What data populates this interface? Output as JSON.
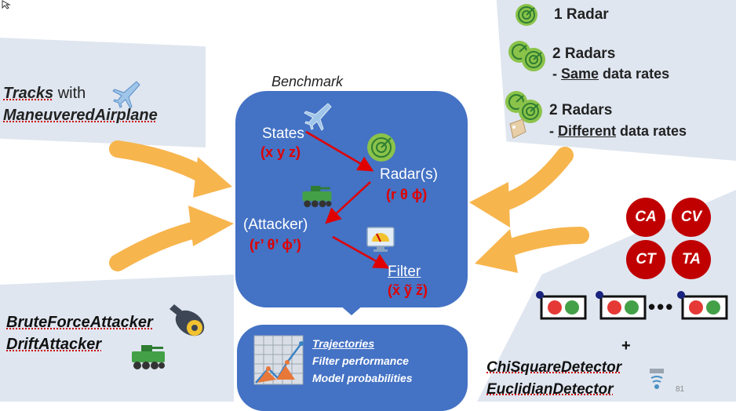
{
  "left_top": {
    "tracks_word": "Tracks",
    "with_word": " with",
    "model_name": "ManeuveredAirplane"
  },
  "left_bottom": {
    "attacker1": "BruteForceAttacker",
    "attacker2": "DriftAttacker"
  },
  "right_top": {
    "line1": "1 Radar",
    "line2": "2 Radars",
    "line2_sub_prefix": "- ",
    "line2_sub_em": "Same",
    "line2_sub_rest": " data rates",
    "line3": "2 Radars",
    "line3_sub_prefix": "- ",
    "line3_sub_em": "Different",
    "line3_sub_rest": " data rates"
  },
  "right_bottom": {
    "models": [
      "CA",
      "CV",
      "CT",
      "TA"
    ],
    "ellipsis": "•••",
    "plus": "+",
    "detector1": "ChiSquareDetector",
    "detector2": "EuclidianDetector"
  },
  "benchmark": {
    "title": "Benchmark",
    "states_label": "States",
    "states_vals": "(x y z)",
    "radar_label": "Radar(s)",
    "radar_vals": "(r θ ϕ)",
    "attacker_label": "(Attacker)",
    "attacker_vals": "(r’ θ’ ϕ’)",
    "filter_label": "Filter",
    "filter_vals": "(x̃ ỹ z̃)"
  },
  "results": {
    "items": [
      "Trajectories",
      "Filter performance",
      "Model probabilities"
    ]
  },
  "page_number": "81",
  "colors": {
    "panel_bg": "#dfe6f0",
    "box_blue": "#4472c4",
    "arrow_orange": "#f7b54d",
    "flow_red": "#e00000",
    "model_circle": "#c00000"
  }
}
